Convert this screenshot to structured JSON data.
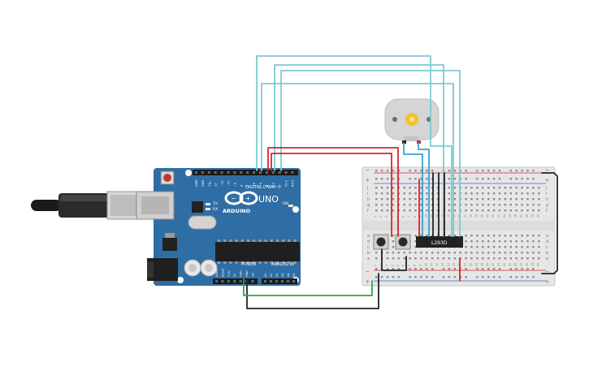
{
  "arduino": {
    "brand": "ARDUINO",
    "model": "UNO",
    "digital_label": "DIGITAL (PWM~)",
    "power_label": "POWER",
    "analog_label": "ANALOG IN",
    "tx_label": "TX",
    "rx_label": "RX",
    "l_label": "L",
    "on_label": "ON",
    "digital_pins": [
      "AREF",
      "GND",
      "13",
      "12",
      "~11",
      "~10",
      "~9",
      "8",
      "7",
      "~6",
      "~5",
      "4",
      "~3",
      "2",
      "TX 1",
      "RX 0"
    ],
    "power_pins": [
      "IOREF",
      "RESET",
      "3.3V",
      "5V",
      "GND",
      "GND",
      "Vin"
    ],
    "analog_pins": [
      "A0",
      "A1",
      "A2",
      "A3",
      "A4",
      "A5"
    ]
  },
  "breadboard": {
    "row_letters_top": [
      "j",
      "i",
      "h",
      "g",
      "f"
    ],
    "row_letters_bottom": [
      "e",
      "d",
      "c",
      "b",
      "a"
    ],
    "rail_plus": "+",
    "rail_minus": "−",
    "column_numbers": [
      "1",
      "2",
      "3",
      "4",
      "5",
      "6",
      "7",
      "8",
      "9",
      "10",
      "11",
      "12",
      "13",
      "14",
      "15",
      "16",
      "17",
      "18",
      "19",
      "20",
      "21",
      "22",
      "23",
      "24",
      "25",
      "26",
      "27",
      "28",
      "29",
      "30"
    ]
  },
  "driver_chip": {
    "label": "L293D"
  },
  "colors": {
    "board_blue": "#2f6ea5",
    "wire_red": "#d8262c",
    "wire_black": "#222222",
    "wire_blue": "#3a9fd3",
    "wire_teal": "#7ecad2",
    "wire_green": "#2aa84a",
    "motor_gear": "#f3c42a"
  }
}
